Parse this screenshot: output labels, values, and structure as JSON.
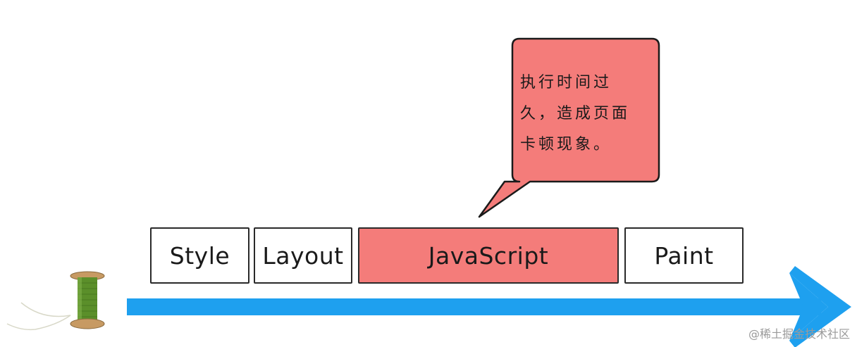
{
  "callout": {
    "text": "执行时间过\n久，造成页面\n卡顿现象。",
    "fill_color": "#f47c7a"
  },
  "pipeline": {
    "stages": [
      "Style",
      "Layout",
      "JavaScript",
      "Paint"
    ],
    "highlight_color": "#f47c7a"
  },
  "timeline": {
    "arrow_color": "#1ea0ef"
  },
  "watermark": "@稀土掘金技术社区",
  "icons": {
    "spool": "thread-spool-icon"
  }
}
